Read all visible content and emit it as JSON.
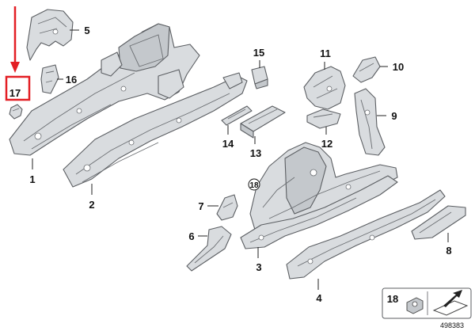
{
  "callouts": {
    "p1": "1",
    "p2": "2",
    "p3": "3",
    "p4": "4",
    "p5": "5",
    "p6": "6",
    "p7": "7",
    "p8": "8",
    "p9": "9",
    "p10": "10",
    "p11": "11",
    "p12": "12",
    "p13": "13",
    "p14": "14",
    "p15": "15",
    "p16": "16",
    "p17": "17",
    "p18": "18"
  },
  "legend_box": {
    "number": "18"
  },
  "diagram_id": "498383",
  "colors": {
    "highlight": "#e31e24",
    "part_fill": "#d9dcdf",
    "outline": "#5b5e62"
  }
}
